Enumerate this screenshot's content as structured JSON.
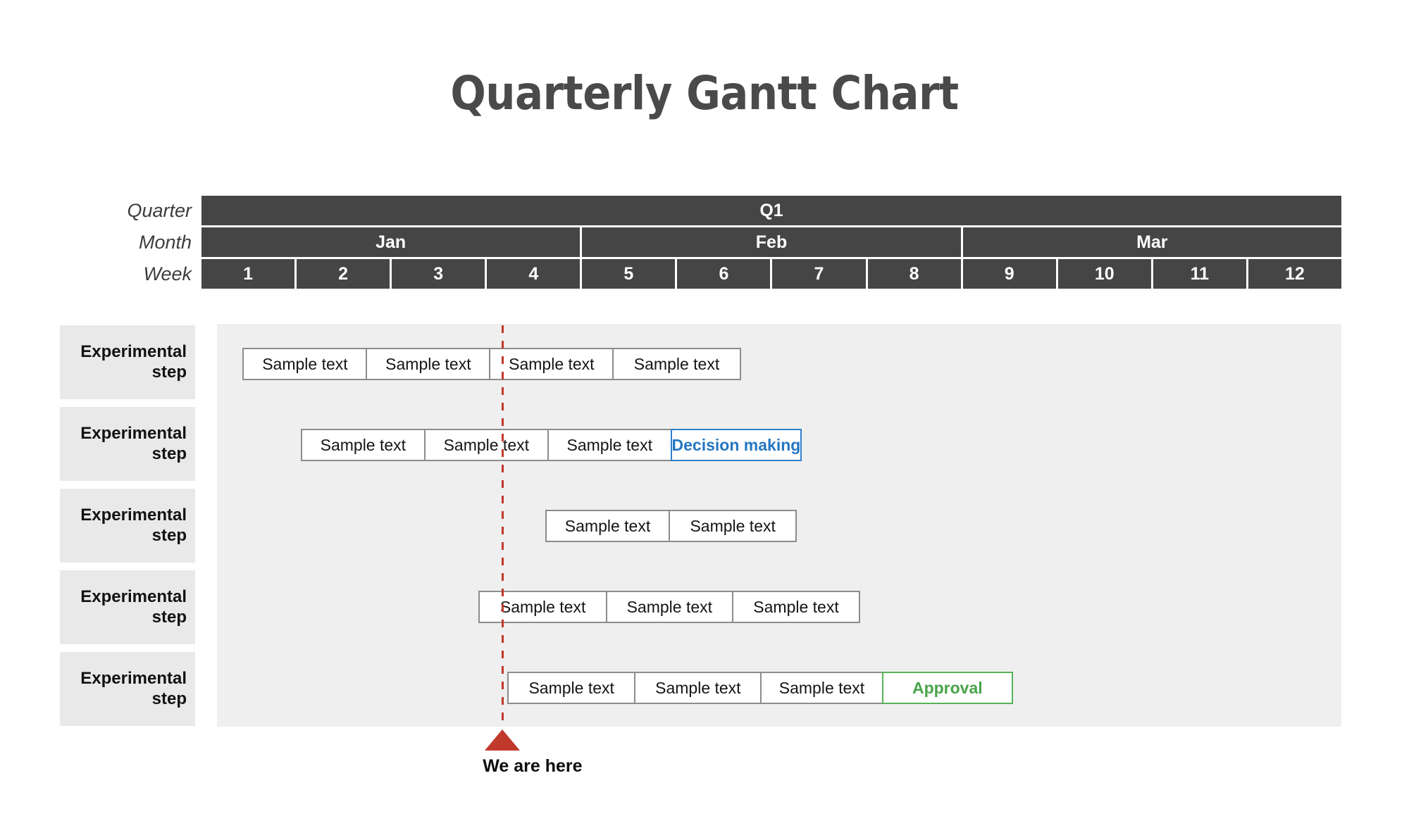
{
  "title": "Quarterly Gantt Chart",
  "colors": {
    "header_bg": "#454545",
    "header_text": "#ffffff",
    "body_bg": "#efefef",
    "label_bg": "#e9e9e9",
    "bar_border": "#8c8c8c",
    "accent_blue": "#2677c2",
    "accent_green": "#49a349",
    "marker_red": "#c0392b",
    "title_color": "#4a4a4a"
  },
  "row_labels": {
    "quarter": "Quarter",
    "month": "Month",
    "week": "Week"
  },
  "timeline": {
    "quarters": [
      {
        "label": "Q1",
        "weeks": 12
      }
    ],
    "months": [
      {
        "label": "Jan",
        "weeks": 4
      },
      {
        "label": "Feb",
        "weeks": 4
      },
      {
        "label": "Mar",
        "weeks": 4
      }
    ],
    "weeks": [
      "1",
      "2",
      "3",
      "4",
      "5",
      "6",
      "7",
      "8",
      "9",
      "10",
      "11",
      "12"
    ]
  },
  "marker": {
    "label": "We are here",
    "week_position": 3.0,
    "icon": "triangle-up-icon"
  },
  "rows": [
    {
      "label": "Experimental step",
      "bars": [
        {
          "text": "Sample text",
          "start_week": 0.27,
          "span_weeks": 1.31,
          "style": "default"
        },
        {
          "text": "Sample text",
          "start_week": 1.58,
          "span_weeks": 1.31,
          "style": "default"
        },
        {
          "text": "Sample text",
          "start_week": 2.89,
          "span_weeks": 1.31,
          "style": "default"
        },
        {
          "text": "Sample text",
          "start_week": 4.2,
          "span_weeks": 1.35,
          "style": "default"
        }
      ]
    },
    {
      "label": "Experimental step",
      "bars": [
        {
          "text": "Sample text",
          "start_week": 0.88,
          "span_weeks": 1.31,
          "style": "default"
        },
        {
          "text": "Sample text",
          "start_week": 2.19,
          "span_weeks": 1.31,
          "style": "default"
        },
        {
          "text": "Sample text",
          "start_week": 3.5,
          "span_weeks": 1.31,
          "style": "default"
        },
        {
          "text": "Decision making",
          "start_week": 4.81,
          "span_weeks": 1.38,
          "style": "blue"
        }
      ]
    },
    {
      "label": "Experimental step",
      "bars": [
        {
          "text": "Sample text",
          "start_week": 3.45,
          "span_weeks": 1.31,
          "style": "default"
        },
        {
          "text": "Sample text",
          "start_week": 4.76,
          "span_weeks": 1.35,
          "style": "default"
        }
      ]
    },
    {
      "label": "Experimental step",
      "bars": [
        {
          "text": "Sample text",
          "start_week": 2.75,
          "span_weeks": 1.35,
          "style": "default"
        },
        {
          "text": "Sample text",
          "start_week": 4.1,
          "span_weeks": 1.34,
          "style": "default"
        },
        {
          "text": "Sample text",
          "start_week": 5.44,
          "span_weeks": 1.35,
          "style": "default"
        }
      ]
    },
    {
      "label": "Experimental step",
      "bars": [
        {
          "text": "Sample text",
          "start_week": 3.05,
          "span_weeks": 1.35,
          "style": "default"
        },
        {
          "text": "Sample text",
          "start_week": 4.4,
          "span_weeks": 1.34,
          "style": "default"
        },
        {
          "text": "Sample text",
          "start_week": 5.74,
          "span_weeks": 1.29,
          "style": "default"
        },
        {
          "text": "Approval",
          "start_week": 7.03,
          "span_weeks": 1.38,
          "style": "green"
        }
      ]
    }
  ]
}
